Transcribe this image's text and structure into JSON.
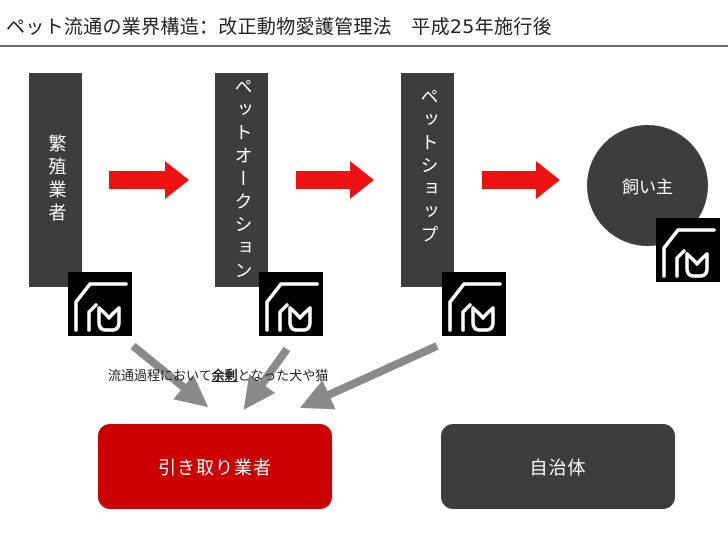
{
  "title": "ペット流通の業界構造：改正動物愛護管理法　平成25年施行後",
  "stages": [
    {
      "label": "繁殖業者"
    },
    {
      "label": "ペットオークション"
    },
    {
      "label": "ペットショップ"
    }
  ],
  "owner": {
    "label": "飼い主"
  },
  "note": {
    "before": "流通過程において",
    "emphasis": "余剰",
    "after": "となった犬や猫"
  },
  "boxes": {
    "takeover": "引き取り業者",
    "municipality": "自治体"
  },
  "colors": {
    "stage": "#3d3d3d",
    "flow_arrow": "#ee1111",
    "surplus_arrow": "#8a8a8a",
    "takeover": "#cc0000",
    "municipality": "#3d3d3d"
  },
  "icons": {
    "cage": "animal-cage-icon"
  }
}
